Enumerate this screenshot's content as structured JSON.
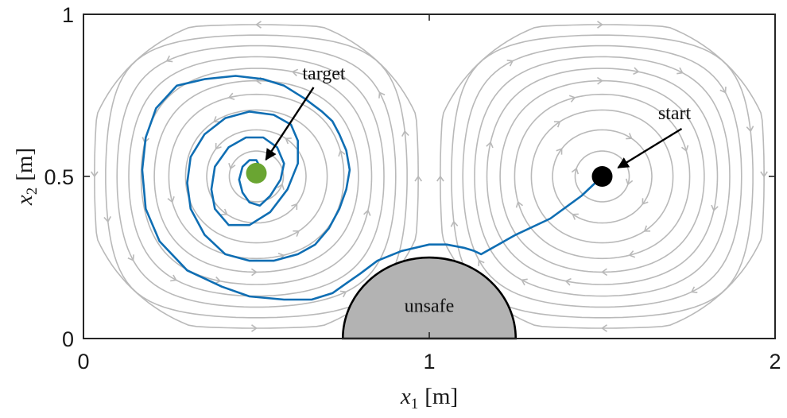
{
  "chart_data": {
    "type": "line",
    "title": "",
    "xlabel": {
      "symbol": "x",
      "subscript": "1",
      "unit": "[m]"
    },
    "ylabel": {
      "symbol": "x",
      "subscript": "2",
      "unit": "[m]"
    },
    "xlim": [
      0,
      2
    ],
    "ylim": [
      0,
      1
    ],
    "xticks": [
      0,
      1,
      2
    ],
    "xtick_labels": [
      "0",
      "1",
      "2"
    ],
    "yticks": [
      0,
      0.5,
      1
    ],
    "ytick_labels": [
      "0",
      "0.5",
      "1"
    ],
    "grid": false,
    "colors": {
      "trajectory": "#0f6eb3",
      "streamlines": "#b9b9b9",
      "target": "#6aa532",
      "start": "#000000",
      "unsafe_fill": "#b3b3b3"
    },
    "vector_field": {
      "kind": "cellular_flow_streamlines",
      "cells": [
        {
          "center": [
            0.5,
            0.5
          ],
          "rotation": "counterclockwise"
        },
        {
          "center": [
            1.5,
            0.5
          ],
          "rotation": "clockwise"
        }
      ],
      "streamline_levels": [
        0.1,
        0.2,
        0.3,
        0.4,
        0.5,
        0.6,
        0.7,
        0.8,
        0.9,
        0.97
      ]
    },
    "unsafe_region": {
      "shape": "half-disk",
      "center": [
        1.0,
        0.0
      ],
      "radius": 0.25,
      "label": "unsafe"
    },
    "points": [
      {
        "name": "target",
        "label": "target",
        "x": 0.5,
        "y": 0.51,
        "color": "#6aa532"
      },
      {
        "name": "start",
        "label": "start",
        "x": 1.5,
        "y": 0.5,
        "color": "#000000"
      }
    ],
    "trajectory": {
      "x": [
        1.5,
        1.44,
        1.35,
        1.25,
        1.15,
        1.13,
        1.1,
        1.05,
        1.0,
        0.92,
        0.85,
        0.8,
        0.76,
        0.72,
        0.66,
        0.58,
        0.48,
        0.4,
        0.3,
        0.22,
        0.18,
        0.17,
        0.18,
        0.21,
        0.27,
        0.35,
        0.44,
        0.52,
        0.58,
        0.64,
        0.69,
        0.72,
        0.74,
        0.76,
        0.77,
        0.76,
        0.74,
        0.71,
        0.67,
        0.62,
        0.55,
        0.48,
        0.41,
        0.35,
        0.31,
        0.3,
        0.31,
        0.35,
        0.41,
        0.48,
        0.55,
        0.6,
        0.62,
        0.62,
        0.59,
        0.54,
        0.48,
        0.42,
        0.38,
        0.37,
        0.38,
        0.42,
        0.47,
        0.52,
        0.56,
        0.58,
        0.57,
        0.54,
        0.51,
        0.48,
        0.46,
        0.45,
        0.46,
        0.48,
        0.5,
        0.51,
        0.51
      ],
      "y": [
        0.5,
        0.44,
        0.37,
        0.32,
        0.26,
        0.27,
        0.28,
        0.29,
        0.29,
        0.27,
        0.24,
        0.2,
        0.17,
        0.14,
        0.12,
        0.12,
        0.13,
        0.16,
        0.21,
        0.3,
        0.4,
        0.52,
        0.62,
        0.71,
        0.78,
        0.8,
        0.81,
        0.8,
        0.78,
        0.74,
        0.7,
        0.67,
        0.63,
        0.58,
        0.52,
        0.46,
        0.4,
        0.34,
        0.29,
        0.26,
        0.24,
        0.24,
        0.26,
        0.32,
        0.4,
        0.48,
        0.56,
        0.63,
        0.68,
        0.7,
        0.69,
        0.66,
        0.61,
        0.54,
        0.46,
        0.39,
        0.35,
        0.35,
        0.4,
        0.46,
        0.53,
        0.59,
        0.62,
        0.62,
        0.59,
        0.54,
        0.49,
        0.44,
        0.41,
        0.42,
        0.45,
        0.49,
        0.53,
        0.55,
        0.55,
        0.53,
        0.51
      ]
    }
  }
}
